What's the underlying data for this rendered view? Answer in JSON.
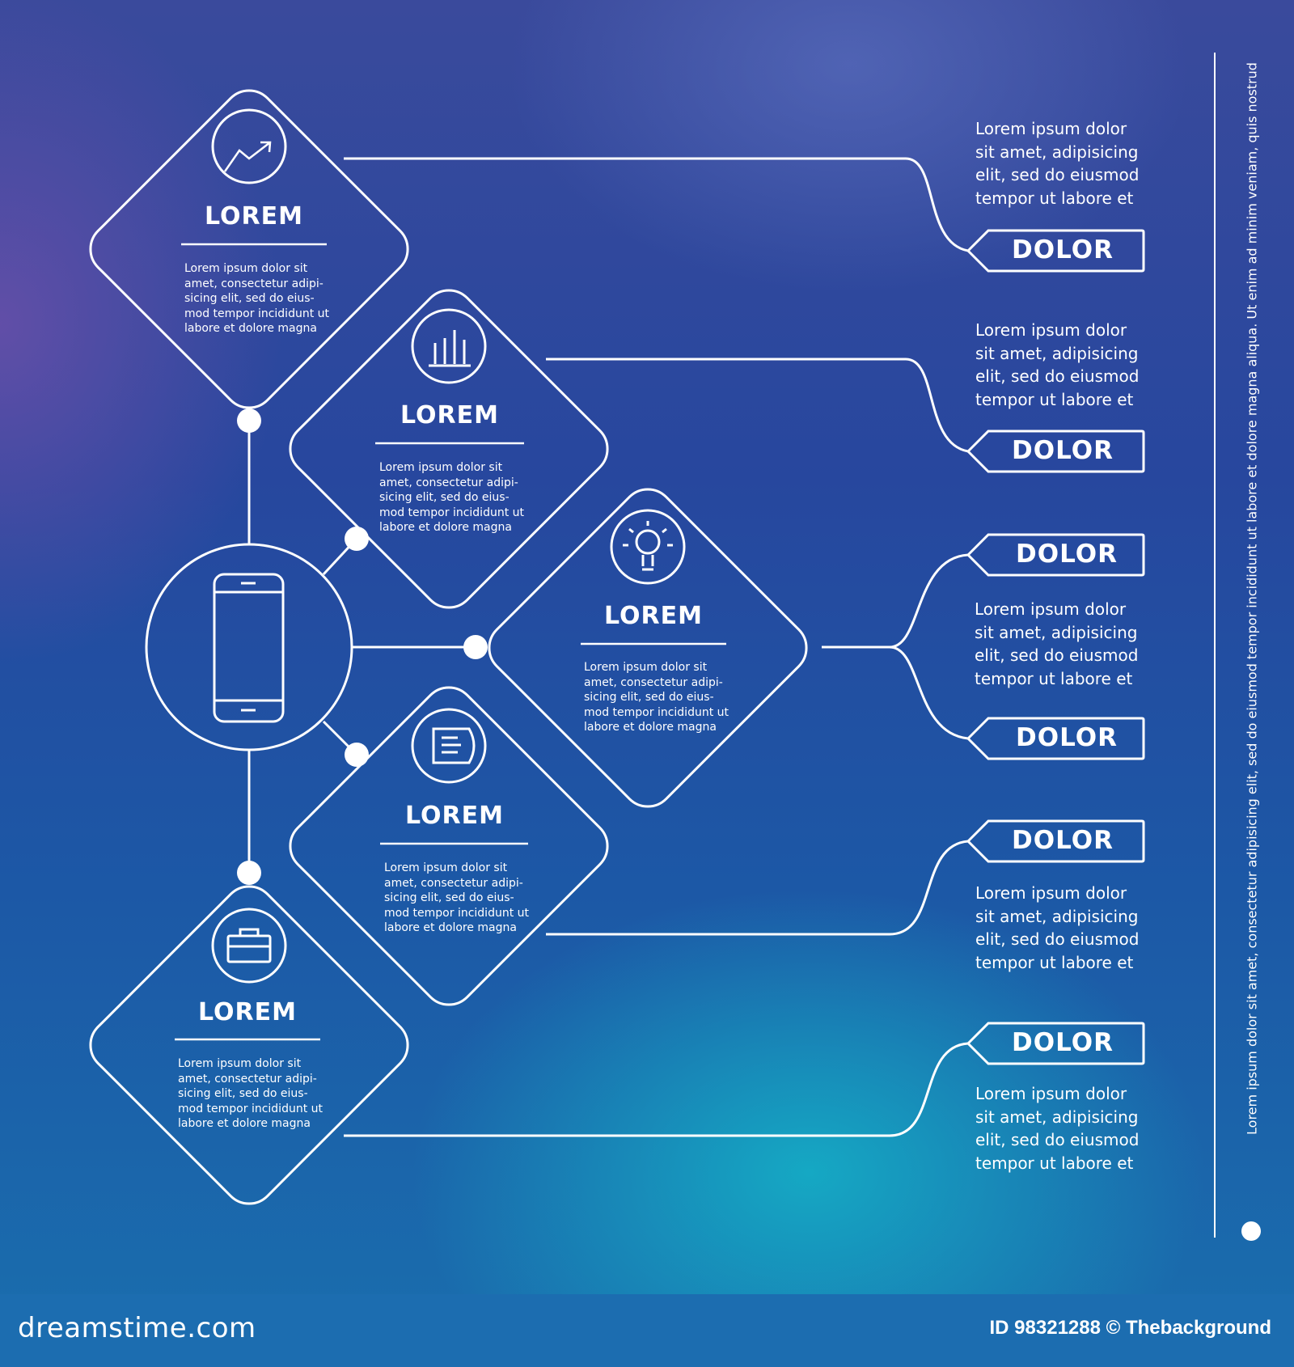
{
  "cards": [
    {
      "title": "LOREM",
      "text": "Lorem ipsum dolor sit\namet, consectetur adipi-\nsicing elit, sed do eius-\nmod tempor incididunt ut\nlabore et dolore magna"
    },
    {
      "title": "LOREM",
      "text": "Lorem ipsum dolor sit\namet, consectetur adipi-\nsicing elit, sed do eius-\nmod tempor incididunt ut\nlabore et dolore magna"
    },
    {
      "title": "LOREM",
      "text": "Lorem ipsum dolor sit\namet, consectetur adipi-\nsicing elit, sed do eius-\nmod tempor incididunt ut\nlabore et dolore magna"
    },
    {
      "title": "LOREM",
      "text": "Lorem ipsum dolor sit\namet, consectetur adipi-\nsicing elit, sed do eius-\nmod tempor incididunt ut\nlabore et dolore magna"
    },
    {
      "title": "LOREM",
      "text": "Lorem ipsum dolor sit\namet, consectetur adipi-\nsicing elit, sed do eius-\nmod tempor incididunt ut\nlabore et dolore magna"
    }
  ],
  "tags": [
    "DOLOR",
    "DOLOR",
    "DOLOR",
    "DOLOR",
    "DOLOR",
    "DOLOR"
  ],
  "side_texts": [
    "Lorem ipsum dolor\nsit amet, adipisicing\nelit, sed do eiusmod\ntempor ut labore et",
    "Lorem ipsum dolor\nsit amet, adipisicing\nelit, sed do eiusmod\ntempor ut labore et",
    "Lorem ipsum dolor\nsit amet, adipisicing\nelit, sed do eiusmod\ntempor ut labore et",
    "Lorem ipsum dolor\nsit amet, adipisicing\nelit, sed do eiusmod\ntempor ut labore et",
    "Lorem ipsum dolor\nsit amet, adipisicing\nelit, sed do eiusmod\ntempor ut labore et"
  ],
  "vertical_text": "Lorem ipsum dolor sit amet, consectetur adipisicing elit, sed do eiusmod tempor incididunt ut labore et dolore magna aliqua. Ut enim ad minim veniam, quis nostrud",
  "icons": [
    "trend-arrow-icon",
    "bar-chart-icon",
    "lightbulb-icon",
    "document-icon",
    "briefcase-icon",
    "smartphone-icon"
  ],
  "colors": {
    "line": "#ffffff",
    "background_top": "#3a4a9c",
    "background_bottom": "#1a6fae",
    "accent_teal": "#14b4c8",
    "footer": "#1c6db0"
  },
  "footer": {
    "site": "dreamstime.com",
    "credit": "ID 98321288 © Thebackground"
  }
}
